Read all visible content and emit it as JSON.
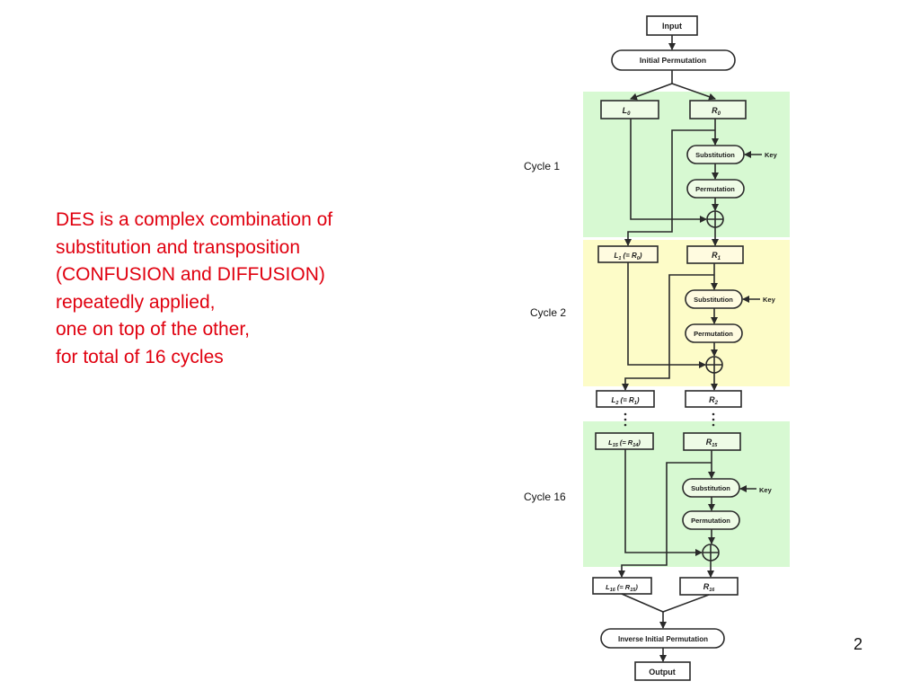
{
  "text_lines": [
    "DES is a complex combination of",
    "substitution and transposition",
    "(CONFUSION and DIFFUSION)",
    "repeatedly applied,",
    "one on top of the other,",
    "for total of 16 cycles"
  ],
  "cycle_labels": [
    "Cycle 1",
    "Cycle 2",
    "Cycle 16"
  ],
  "page_number": "2",
  "diagram": {
    "input": "Input",
    "initial_permutation": "Initial Permutation",
    "l0": "L",
    "l0_sub": "0",
    "r0": "R",
    "r0_sub": "0",
    "substitution": "Substitution",
    "permutation": "Permutation",
    "key": "Key",
    "l1": "L",
    "l1_sub": "1",
    "l1_rest": "(= R",
    "l1_rest_sub": "0",
    "r1": "R",
    "r1_sub": "1",
    "l2": "L",
    "l2_sub": "2",
    "l2_rest": "(= R",
    "l2_rest_sub": "1",
    "r2": "R",
    "r2_sub": "2",
    "l15": "L",
    "l15_sub": "15",
    "l15_rest": "(= R",
    "l15_rest_sub": "14",
    "r15": "R",
    "r15_sub": "15",
    "l16": "L",
    "l16_sub": "16",
    "l16_rest": "(= R",
    "l16_rest_sub": "15",
    "r16": "R",
    "r16_sub": "16",
    "inverse_initial_permutation": "Inverse Initial Permutation",
    "output": "Output"
  },
  "colors": {
    "text_red": "#e0000f",
    "cycle_green": "#d7f9d2",
    "cycle_yellow": "#fdfcc8"
  }
}
